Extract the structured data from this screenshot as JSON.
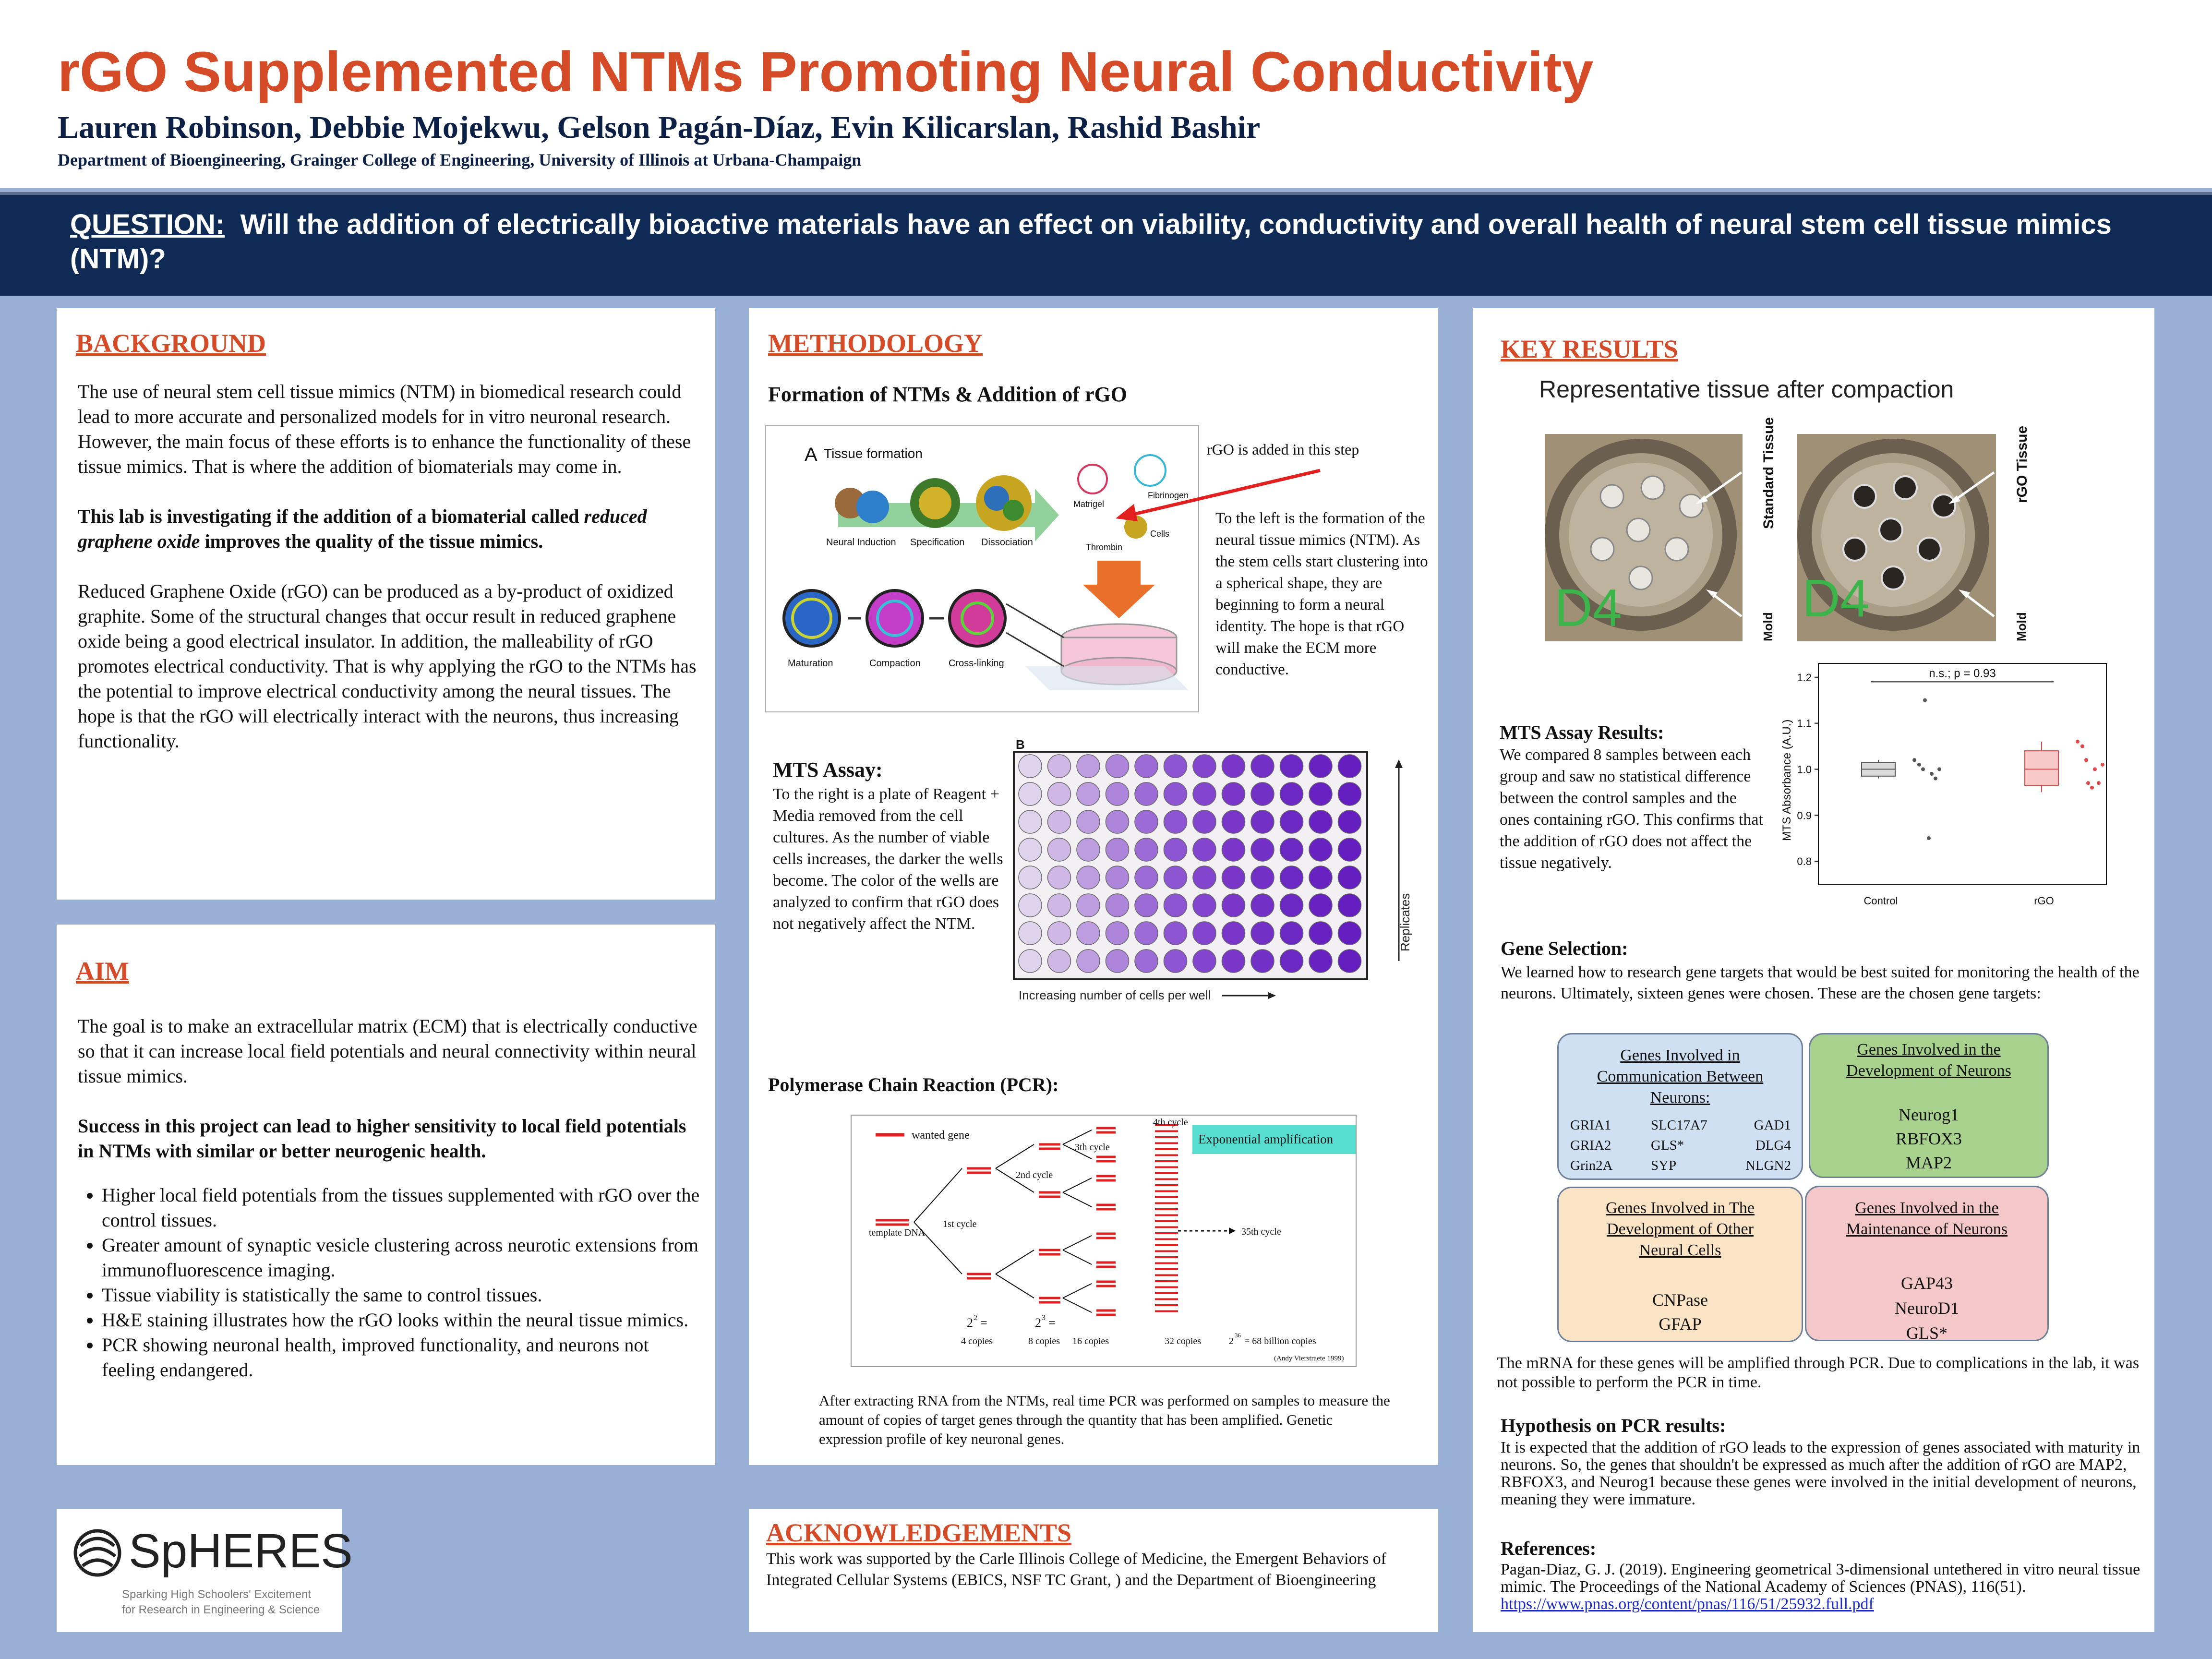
{
  "header": {
    "title": "rGO Supplemented NTMs Promoting Neural Conductivity",
    "authors": "Lauren Robinson, Debbie Mojekwu, Gelson Pagán-Díaz, Evin Kilicarslan, Rashid Bashir",
    "department": "Department of Bioengineering, Grainger College of Engineering, University of Illinois at Urbana-Champaign"
  },
  "question": {
    "label": "QUESTION:",
    "text": "Will the addition of electrically bioactive materials have an effect on viability, conductivity and overall health of neural stem cell tissue mimics (NTM)?"
  },
  "background": {
    "heading": "BACKGROUND",
    "p1": "The use of neural stem cell tissue mimics (NTM) in biomedical research could lead to more accurate and personalized models for in vitro neuronal research. However, the main focus of these efforts is to enhance the functionality of these tissue mimics. That is where the addition of biomaterials may come in.",
    "p2_a": "This lab is investigating if the addition of a biomaterial called ",
    "p2_em": "reduced graphene oxide",
    "p2_b": " improves the quality of the tissue mimics.",
    "p3": "Reduced Graphene Oxide (rGO) can be produced as a by-product of oxidized graphite. Some of the structural changes that occur result in reduced graphene oxide being a good electrical insulator. In addition, the malleability of rGO promotes electrical conductivity. That is why applying the rGO to the NTMs has the potential to improve electrical conductivity among the neural tissues. The hope is that the rGO will electrically interact with the neurons, thus increasing functionality."
  },
  "aim": {
    "heading": "AIM",
    "p1": "The goal is to make an extracellular matrix (ECM) that is electrically conductive so that it can increase local field potentials and neural connectivity within neural tissue mimics.",
    "p2": "Success in this project can lead to higher sensitivity to local field potentials in NTMs with similar or better neurogenic health.",
    "bullets": [
      "Higher local field potentials from the tissues supplemented with rGO over the control tissues.",
      "Greater amount of synaptic vesicle clustering across neurotic extensions from immunofluorescence imaging.",
      "Tissue viability is statistically the same  to control tissues.",
      "H&E  staining illustrates how the rGO looks within the neural tissue mimics.",
      "PCR showing neuronal health, improved functionality, and neurons not feeling endangered."
    ]
  },
  "logo": {
    "name": "SpHERES",
    "tagline1": "Sparking High Schoolers' Excitement",
    "tagline2": "for Research in Engineering & Science"
  },
  "methodology": {
    "heading": "METHODOLOGY",
    "formation_title": "Formation of NTMs & Addition of rGO",
    "figA": {
      "label": "A",
      "title": "Tissue formation",
      "neural_induction": "Neural Induction",
      "specification": "Specification",
      "dissociation": "Dissociation",
      "matrigel": "Matrigel",
      "fibrinogen": "Fibrinogen",
      "cells": "Cells",
      "thrombin": "Thrombin",
      "maturation": "Maturation",
      "compaction": "Compaction",
      "crosslinking": "Cross-linking"
    },
    "rgo_note": "rGO is added in this step",
    "formation_text": "To the left is the formation of the neural tissue mimics (NTM). As the stem cells start clustering into a spherical shape, they are beginning to form a neural identity. The hope is that rGO will make the ECM more conductive.",
    "mts_title": "MTS Assay:",
    "mts_text": "To the right is a plate of Reagent + Media removed from the cell cultures. As the number of viable cells increases, the darker the wells become. The color of the wells are analyzed to confirm that rGO does not negatively affect the NTM.",
    "plate": {
      "label": "B",
      "xlabel": "Increasing number of cells per well",
      "ylabel": "Replicates",
      "rows": 8,
      "cols": 12,
      "well_colors": [
        "#e0d3ee",
        "#cfb8e6",
        "#bd9de0",
        "#ad86dc",
        "#9c6bd6",
        "#8e55d2",
        "#8345cd",
        "#7a35c9",
        "#7330c6",
        "#6c28c3",
        "#6822c1",
        "#641dbf"
      ]
    },
    "pcr_title": "Polymerase Chain Reaction (PCR):",
    "pcr_fig": {
      "wanted_gene": "wanted gene",
      "template": "template DNA",
      "c1": "1st cycle",
      "c2": "2nd cycle",
      "c3": "3th cycle",
      "c4": "4th cycle",
      "c35": "35th cycle",
      "exp": "Exponential amplification",
      "n4": "4 copies",
      "n8": "8 copies",
      "n16": "16 copies",
      "n32": "32 copies",
      "n68": "= 68 billion copies",
      "p2": "2",
      "p3": "3",
      "p36": "36",
      "credit": "(Andy Vierstraete 1999)"
    },
    "pcr_caption": "After extracting RNA from the NTMs, real time PCR was performed on samples to measure the amount of copies of target genes through the quantity that has been amplified. Genetic expression profile of key neuronal genes."
  },
  "acknowledgements": {
    "heading": "ACKNOWLEDGEMENTS",
    "text": "This work was supported by the Carle Illinois College of Medicine, the Emergent Behaviors of Integrated Cellular Systems (EBICS, NSF TC Grant, ) and the Department of Bioengineering"
  },
  "results": {
    "heading": "KEY RESULTS",
    "photo_title": "Representative tissue after compaction",
    "photo1_label": "Standard Tissue",
    "photo2_label": "rGO Tissue",
    "mold": "Mold",
    "d4": "D4",
    "mts_title": "MTS Assay Results:",
    "mts_text": "We compared 8 samples between each group and saw no statistical difference between the control samples and the ones containing rGO.  This confirms that the addition of rGO does not affect the tissue negatively.",
    "gene_title": "Gene Selection:",
    "gene_text": "We learned how to research gene targets that would be best suited for monitoring the health of the neurons. Ultimately, sixteen genes were chosen. These are the chosen gene targets:",
    "box1": {
      "title": "Genes Involved in Communication Between Neurons:",
      "col1": [
        "GRIA1",
        "GRIA2",
        "Grin2A"
      ],
      "col2": [
        "SLC17A7",
        "GLS*",
        "SYP"
      ],
      "col3": [
        "GAD1",
        "DLG4",
        "NLGN2"
      ],
      "color": "#cfe0f2"
    },
    "box2": {
      "title": "Genes Involved in the Development of Neurons",
      "genes": [
        "Neurog1",
        "RBFOX3",
        "MAP2"
      ],
      "color": "#a9d18e"
    },
    "box3": {
      "title": "Genes Involved in The Development of Other Neural Cells",
      "genes": [
        "CNPase",
        "GFAP"
      ],
      "color": "#fbe3c5"
    },
    "box4": {
      "title": "Genes Involved in the Maintenance of Neurons",
      "genes": [
        "GAP43",
        "NeuroD1",
        "GLS*"
      ],
      "color": "#f4c7c9"
    },
    "pcr_note": "The mRNA for these genes will be amplified through PCR. Due to complications in the lab, it was not possible to perform the PCR in time.",
    "hyp_title": "Hypothesis on PCR results:",
    "hyp_text": "It is expected that the addition of rGO leads to the expression of genes associated with maturity in neurons. So, the genes that shouldn't be expressed as much after the addition of rGO are MAP2, RBFOX3, and Neurog1 because these genes were involved in the initial development of neurons, meaning they were immature.",
    "ref_title": "References:",
    "ref_text": "Pagan-Diaz, G. J. (2019). Engineering geometrical 3-dimensional untethered in vitro neural tissue mimic. The Proceedings of the National Academy of Sciences (PNAS), 116(51). ",
    "ref_link": "https://www.pnas.org/content/pnas/116/51/25932.full.pdf"
  },
  "chart_data": {
    "type": "box",
    "categories": [
      "Control",
      "rGO"
    ],
    "ylabel": "MTS Absorbance (A.U.)",
    "ylim": [
      0.75,
      1.23
    ],
    "yticks": [
      "0.8",
      "0.9",
      "1.0",
      "1.1",
      "1.2"
    ],
    "annotation": "n.s.; p = 0.93",
    "series": [
      {
        "values": [
          1.02,
          1.0,
          0.99,
          1.15,
          0.85,
          0.98,
          1.01,
          1.0
        ],
        "color": "#555555",
        "box": {
          "q1": 0.985,
          "median": 1.0,
          "q3": 1.015,
          "min": 0.98,
          "max": 1.02
        }
      },
      {
        "values": [
          1.06,
          1.02,
          1.0,
          0.97,
          0.96,
          0.97,
          1.05,
          1.01
        ],
        "color": "#e04a4a",
        "box": {
          "q1": 0.965,
          "median": 1.0,
          "q3": 1.04,
          "min": 0.95,
          "max": 1.06
        }
      }
    ]
  }
}
